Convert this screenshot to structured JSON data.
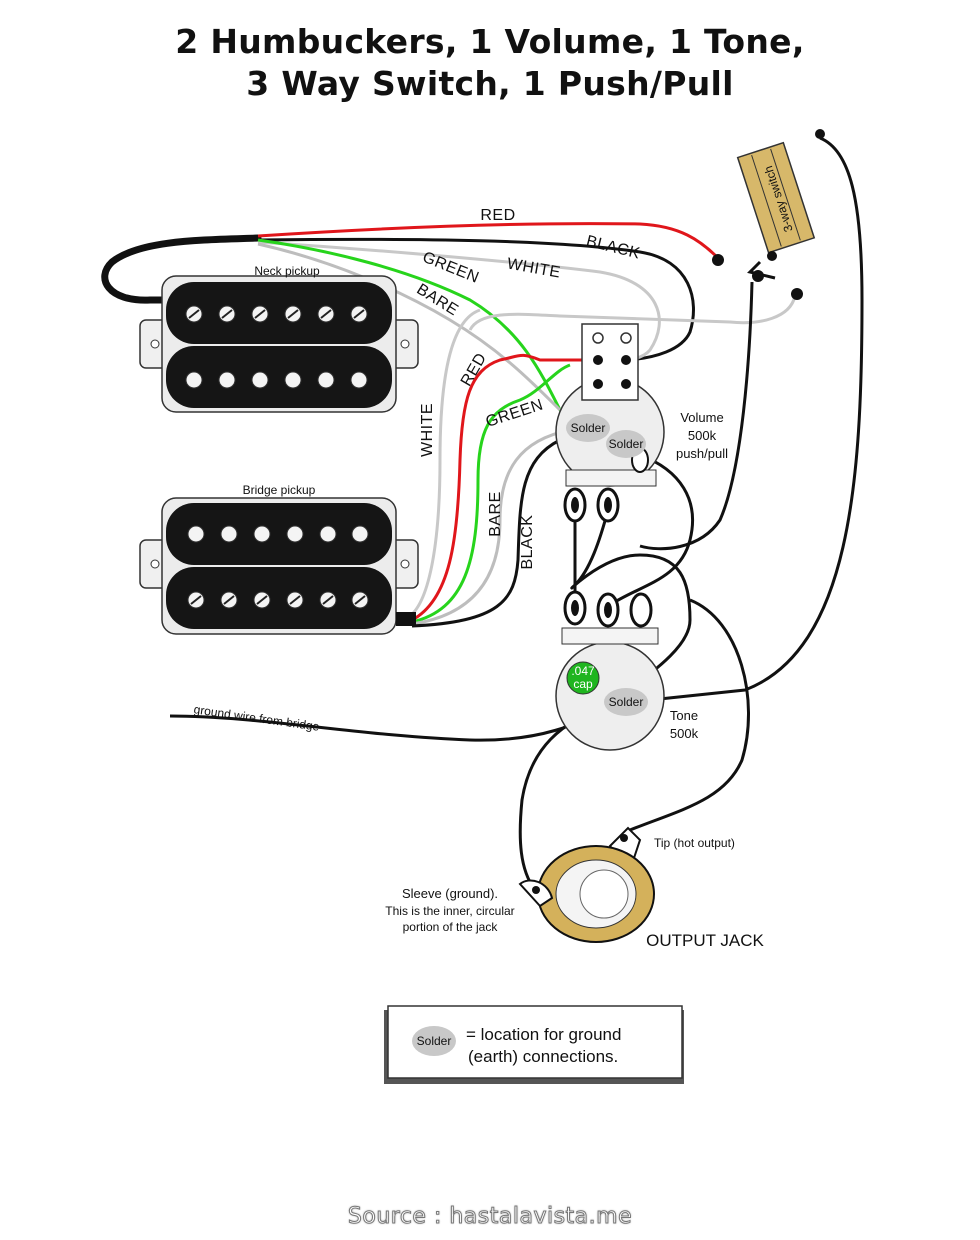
{
  "title": {
    "line1": "2 Humbuckers, 1 Volume, 1 Tone,",
    "line2": "3 Way Switch, 1 Push/Pull"
  },
  "pickups": {
    "neck": "Neck pickup",
    "bridge": "Bridge pickup"
  },
  "switch": {
    "label": "3-way switch"
  },
  "wires": {
    "red": "RED",
    "black": "BLACK",
    "green": "GREEN",
    "white": "WHITE",
    "bare": "BARE"
  },
  "volume": {
    "line1": "Volume",
    "line2": "500k",
    "line3": "push/pull"
  },
  "tone": {
    "line1": "Tone",
    "line2": "500k"
  },
  "capacitor": {
    "line1": ".047",
    "line2": "cap"
  },
  "solder": "Solder",
  "ground_wire": "ground wire from bridge",
  "jack": {
    "tip": "Tip (hot output)",
    "sleeve1": "Sleeve (ground).",
    "sleeve2": "This is the inner, circular",
    "sleeve3": "portion of the jack",
    "output": "OUTPUT JACK"
  },
  "legend": {
    "text1": "= location for ground",
    "text2": "(earth) connections."
  },
  "source": "Source : hastalavista.me",
  "colors": {
    "red": "#e0161b",
    "green": "#27d41c",
    "black": "#111111",
    "bare": "#b9b9b9",
    "switch": "#d7b86a",
    "cap": "#1fb51f",
    "solder": "#c8c8c8"
  }
}
